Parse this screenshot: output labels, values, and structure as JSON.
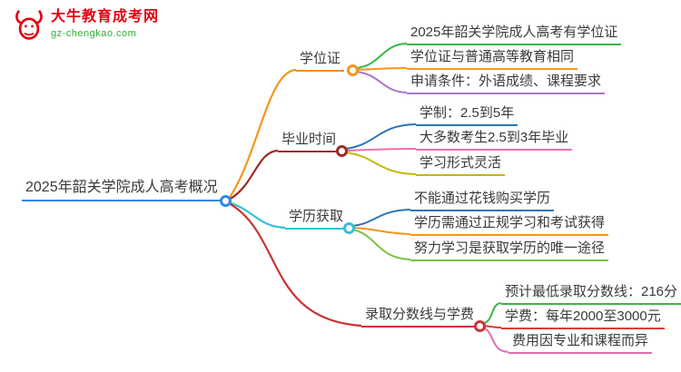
{
  "logo": {
    "title": "大牛教育成考网",
    "subtitle": "gz-chengkao.com",
    "icon": "bull-icon",
    "brand_color": "#e60012",
    "subtitle_color": "#2eb135"
  },
  "root": {
    "label": "2025年韶关学院成人高考概况",
    "color": "#2e8ae6"
  },
  "branches": [
    {
      "label": "学位证",
      "color": "#f7941d",
      "children": [
        {
          "label": "2025年韶关学院成人高考有学位证",
          "color": "#39b54a"
        },
        {
          "label": "学位证与普通高等教育相同",
          "color": "#f7941d"
        },
        {
          "label": "申请条件：外语成绩、课程要求",
          "color": "#a678c9"
        }
      ]
    },
    {
      "label": "毕业时间",
      "color": "#9e2b25",
      "children": [
        {
          "label": "学制：2.5到5年",
          "color": "#2e75b6"
        },
        {
          "label": "大多数考生2.5到3年毕业",
          "color": "#f06eaa"
        },
        {
          "label": "学习形式灵活",
          "color": "#c5b70d"
        }
      ]
    },
    {
      "label": "学历获取",
      "color": "#35c0d8",
      "children": [
        {
          "label": "不能通过花钱购买学历",
          "color": "#2e75b6"
        },
        {
          "label": "学历需通过正规学习和考试获得",
          "color": "#f7941d"
        },
        {
          "label": "努力学习是获取学历的唯一途径",
          "color": "#7ac143"
        }
      ]
    },
    {
      "label": "录取分数线与学费",
      "color": "#cc3333",
      "children": [
        {
          "label": "预计最低录取分数线：216分",
          "color": "#39b54a"
        },
        {
          "label": "学费：每年2000至3000元",
          "color": "#e03c31"
        },
        {
          "label": "费用因专业和课程而异",
          "color": "#e06eb0"
        }
      ]
    }
  ]
}
